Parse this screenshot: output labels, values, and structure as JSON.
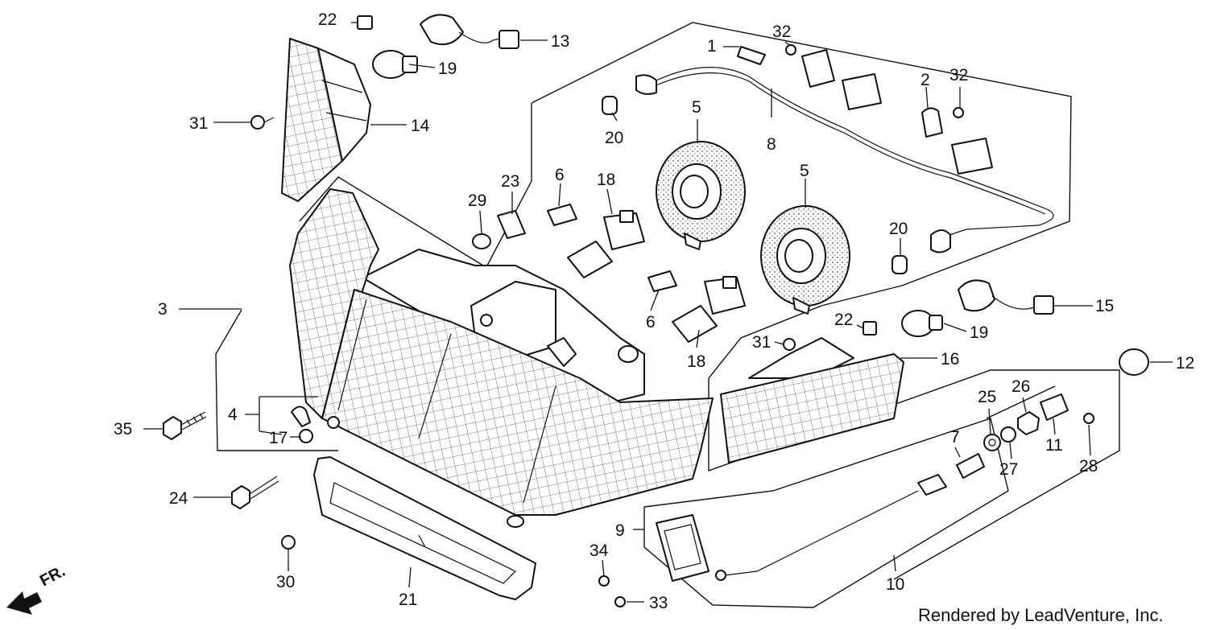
{
  "diagram": {
    "part_numbers": {
      "p1": "1",
      "p2": "2",
      "p3": "3",
      "p4": "4",
      "p5a": "5",
      "p5b": "5",
      "p6a": "6",
      "p6b": "6",
      "p7": "7",
      "p8": "8",
      "p9": "9",
      "p10": "10",
      "p11": "11",
      "p12": "12",
      "p13": "13",
      "p14": "14",
      "p15": "15",
      "p16": "16",
      "p17": "17",
      "p18a": "18",
      "p18b": "18",
      "p19a": "19",
      "p19b": "19",
      "p20a": "20",
      "p20b": "20",
      "p21": "21",
      "p22a": "22",
      "p22b": "22",
      "p23": "23",
      "p24": "24",
      "p25": "25",
      "p26": "26",
      "p27": "27",
      "p28": "28",
      "p29": "29",
      "p30": "30",
      "p31a": "31",
      "p31b": "31",
      "p32a": "32",
      "p32b": "32",
      "p33": "33",
      "p34": "34",
      "p35": "35"
    },
    "front_direction_label": "FR.",
    "credit": "Rendered by LeadVenture, Inc."
  },
  "colors": {
    "line": "#111111",
    "background": "#ffffff"
  }
}
